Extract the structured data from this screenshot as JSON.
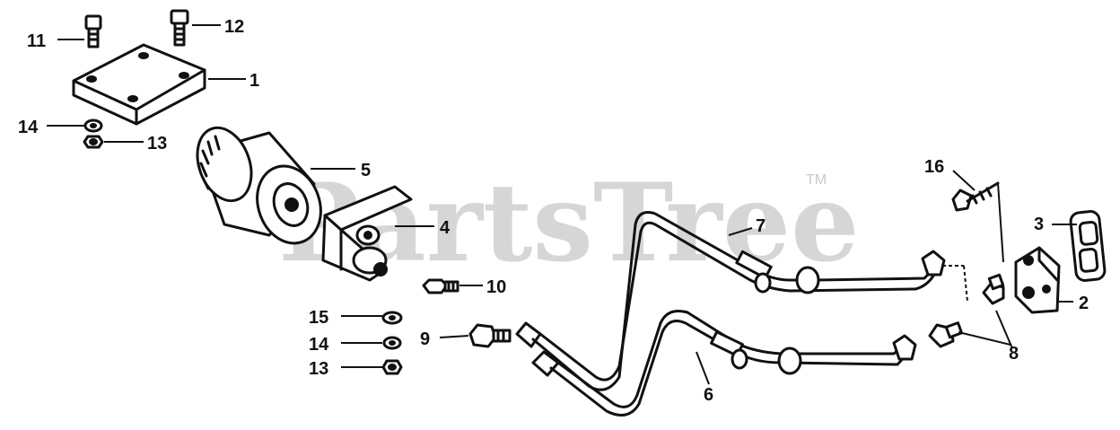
{
  "watermark": {
    "text": "PartsTree",
    "mark": "TM"
  },
  "callouts": {
    "c1": "1",
    "c2": "2",
    "c3": "3",
    "c4": "4",
    "c5": "5",
    "c6": "6",
    "c7": "7",
    "c8": "8",
    "c9": "9",
    "c10": "10",
    "c11": "11",
    "c12": "12",
    "c13a": "13",
    "c13b": "13",
    "c14a": "14",
    "c14b": "14",
    "c15": "15",
    "c16": "16"
  },
  "colors": {
    "ink": "#111111",
    "watermark": "#c9c9c9",
    "background": "#ffffff"
  }
}
